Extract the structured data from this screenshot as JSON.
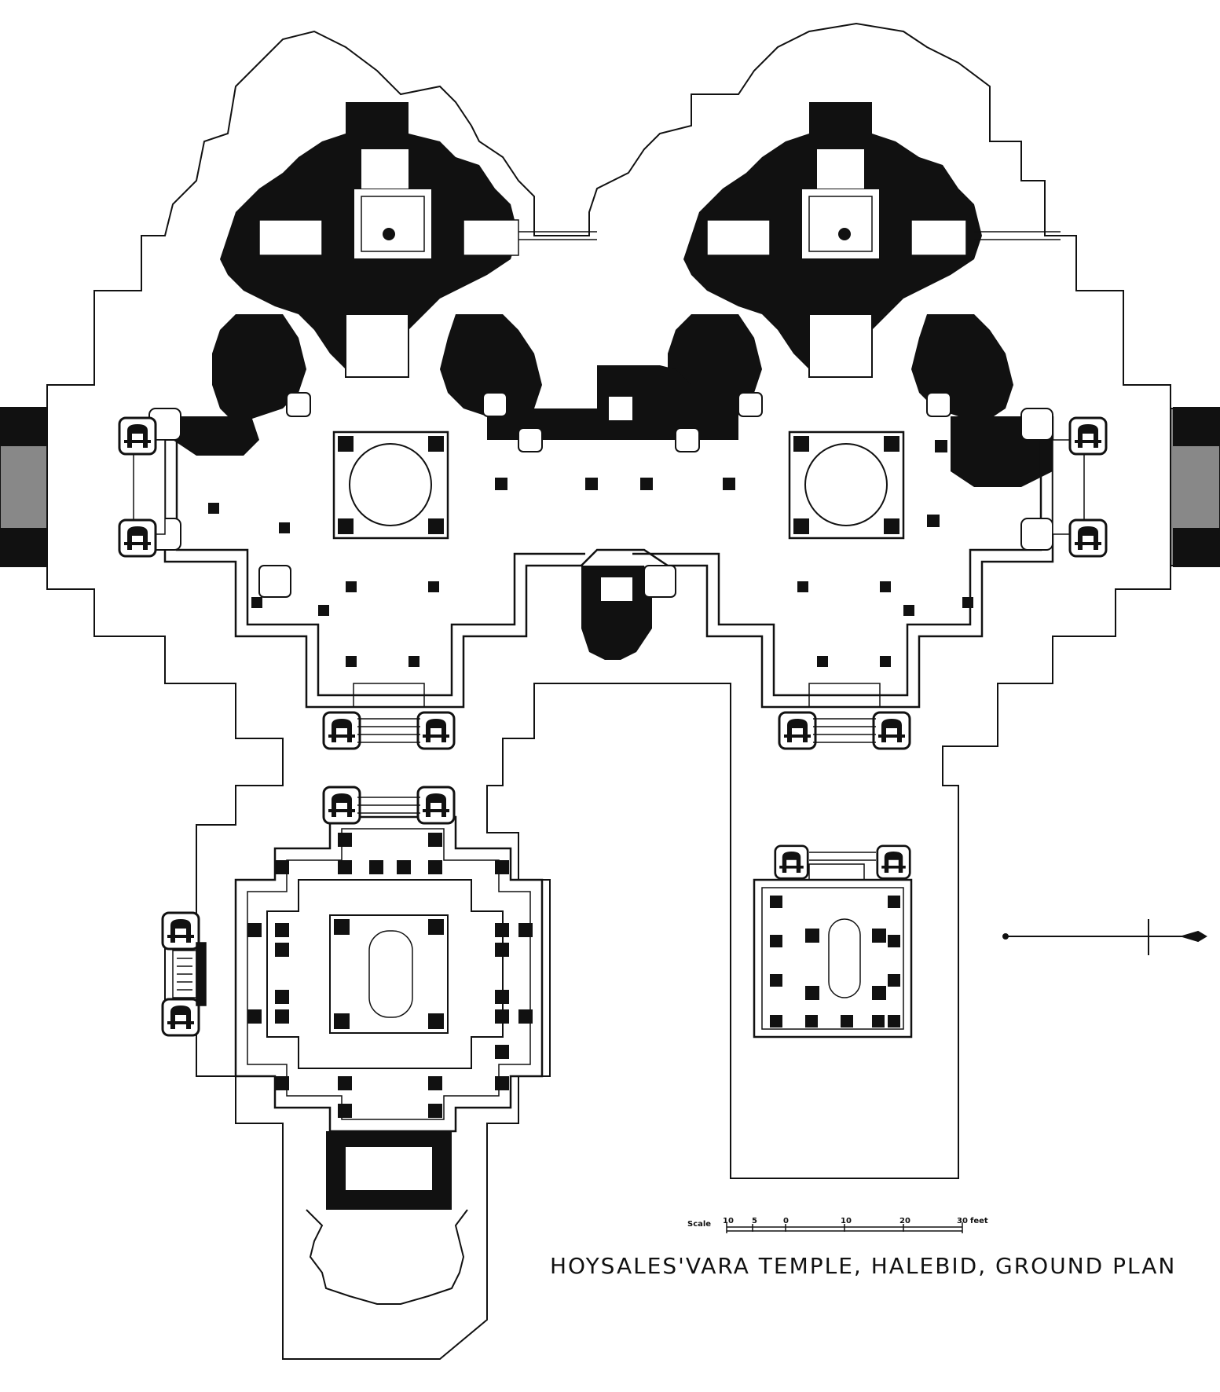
{
  "caption": "HOYSALES'VARA TEMPLE, HALEBID, GROUND PLAN",
  "scale_bar": {
    "label": "Scale",
    "ticks": [
      "10",
      "5",
      "0",
      "10",
      "20",
      "30"
    ],
    "unit": "feet"
  },
  "colors": {
    "ink": "#111111",
    "paper": "#ffffff",
    "step_gray": "#888888"
  },
  "icons": {
    "north_arrow": "north-arrow-icon"
  }
}
